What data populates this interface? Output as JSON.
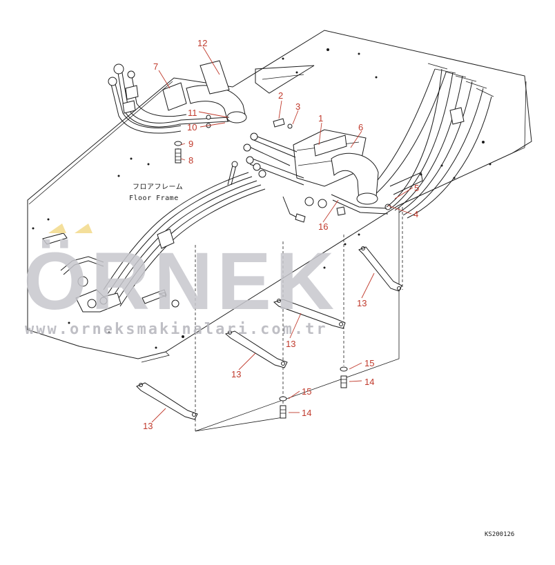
{
  "diagram": {
    "floor_label_jp": "フロアフレーム",
    "floor_label_en": "Floor Frame",
    "drawing_code": "KS200126",
    "watermark_text": "ÖRNEK",
    "watermark_url": "www.orneksmakinalari.com.tr",
    "callout_color": "#c0392b",
    "callouts": [
      {
        "id": "callout-1",
        "text": "1"
      },
      {
        "id": "callout-2",
        "text": "2"
      },
      {
        "id": "callout-3",
        "text": "3"
      },
      {
        "id": "callout-4",
        "text": "4"
      },
      {
        "id": "callout-5",
        "text": "5"
      },
      {
        "id": "callout-6",
        "text": "6"
      },
      {
        "id": "callout-7",
        "text": "7"
      },
      {
        "id": "callout-8",
        "text": "8"
      },
      {
        "id": "callout-9",
        "text": "9"
      },
      {
        "id": "callout-10",
        "text": "10"
      },
      {
        "id": "callout-11",
        "text": "11"
      },
      {
        "id": "callout-12",
        "text": "12"
      },
      {
        "id": "callout-13a",
        "text": "13"
      },
      {
        "id": "callout-13b",
        "text": "13"
      },
      {
        "id": "callout-13c",
        "text": "13"
      },
      {
        "id": "callout-13d",
        "text": "13"
      },
      {
        "id": "callout-14a",
        "text": "14"
      },
      {
        "id": "callout-14b",
        "text": "14"
      },
      {
        "id": "callout-15a",
        "text": "15"
      },
      {
        "id": "callout-15b",
        "text": "15"
      },
      {
        "id": "callout-16",
        "text": "16"
      }
    ]
  }
}
